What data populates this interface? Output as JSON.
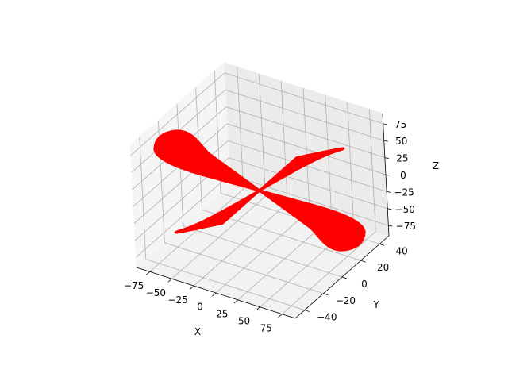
{
  "chart_data": {
    "type": "surface",
    "title": "",
    "xlabel": "X",
    "ylabel": "Y",
    "zlabel": "Z",
    "x_ticks": [
      "−75",
      "−50",
      "−25",
      "0",
      "25",
      "50",
      "75"
    ],
    "y_ticks": [
      "−40",
      "−20",
      "0",
      "20",
      "40"
    ],
    "z_ticks": [
      "−75",
      "−50",
      "−25",
      "0",
      "25",
      "50",
      "75"
    ],
    "xlim": [
      -90,
      90
    ],
    "ylim": [
      -50,
      50
    ],
    "zlim": [
      -90,
      90
    ],
    "surface_color": "#ff0000",
    "pane_color": "#f2f2f2",
    "grid": true,
    "series": [
      {
        "lobes": [
          [
            [
              0,
              0,
              0
            ],
            [
              75,
              40,
              -60
            ],
            [
              85,
              28,
              -80
            ],
            [
              70,
              10,
              -75
            ],
            [
              48,
              8,
              -45
            ]
          ],
          [
            [
              0,
              0,
              0
            ],
            [
              -75,
              -40,
              60
            ],
            [
              -85,
              -28,
              80
            ],
            [
              -70,
              -10,
              75
            ],
            [
              -48,
              -8,
              45
            ]
          ],
          [
            [
              0,
              0,
              0
            ],
            [
              55,
              15,
              55
            ],
            [
              78,
              30,
              62
            ],
            [
              20,
              22,
              30
            ]
          ],
          [
            [
              0,
              0,
              0
            ],
            [
              -55,
              -15,
              -55
            ],
            [
              -78,
              -30,
              -62
            ],
            [
              -20,
              -22,
              -30
            ]
          ]
        ]
      }
    ]
  }
}
